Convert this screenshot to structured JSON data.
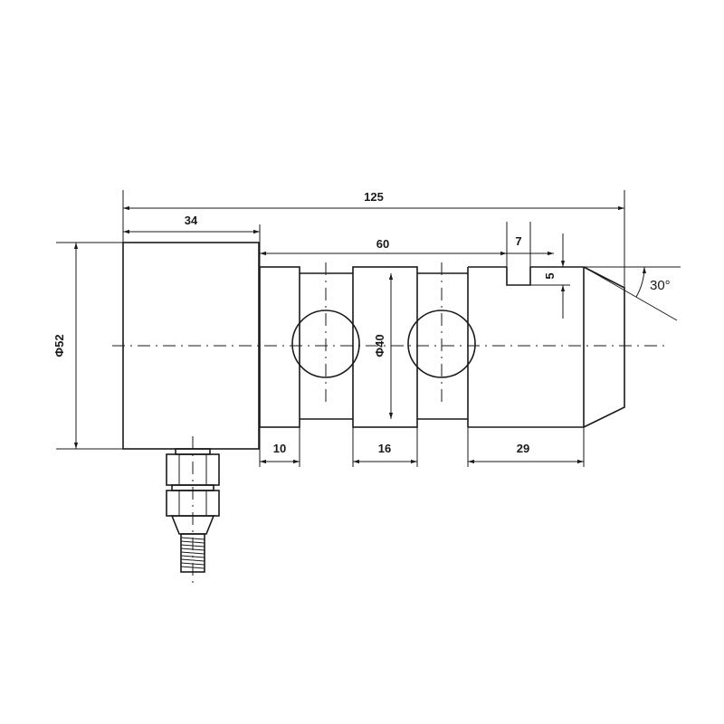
{
  "dimensions": {
    "overall_length": "125",
    "body_length": "34",
    "pin_span": "60",
    "slot_width": "7",
    "slot_depth": "5",
    "chamfer_angle": "30°",
    "body_diameter": "Φ52",
    "pin_diameter": "Φ40",
    "groove_1_width": "10",
    "land_width": "16",
    "end_width": "29"
  }
}
